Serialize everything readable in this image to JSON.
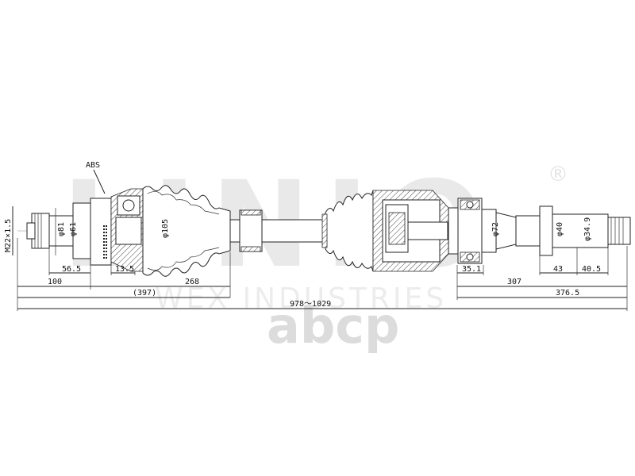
{
  "watermark": {
    "brand": "LINIO",
    "registered": "®",
    "subtitle": "WEX INDUSTRIES",
    "site": "abcp"
  },
  "labels": {
    "abs": "ABS",
    "thread": "M22×1.5"
  },
  "diameters": {
    "d81": "φ81",
    "d61": "φ61",
    "d105": "φ105",
    "d72": "φ72",
    "d40": "φ40",
    "d34_9": "φ34.9"
  },
  "dimensions": {
    "d56_5": "56.5",
    "d13_5": "13.5",
    "d35_1": "35.1",
    "d43": "43",
    "d40_5": "40.5",
    "d100": "100",
    "d268": "268",
    "d307": "307",
    "d397": "(397)",
    "d376_5": "376.5",
    "total": "978～1029"
  }
}
